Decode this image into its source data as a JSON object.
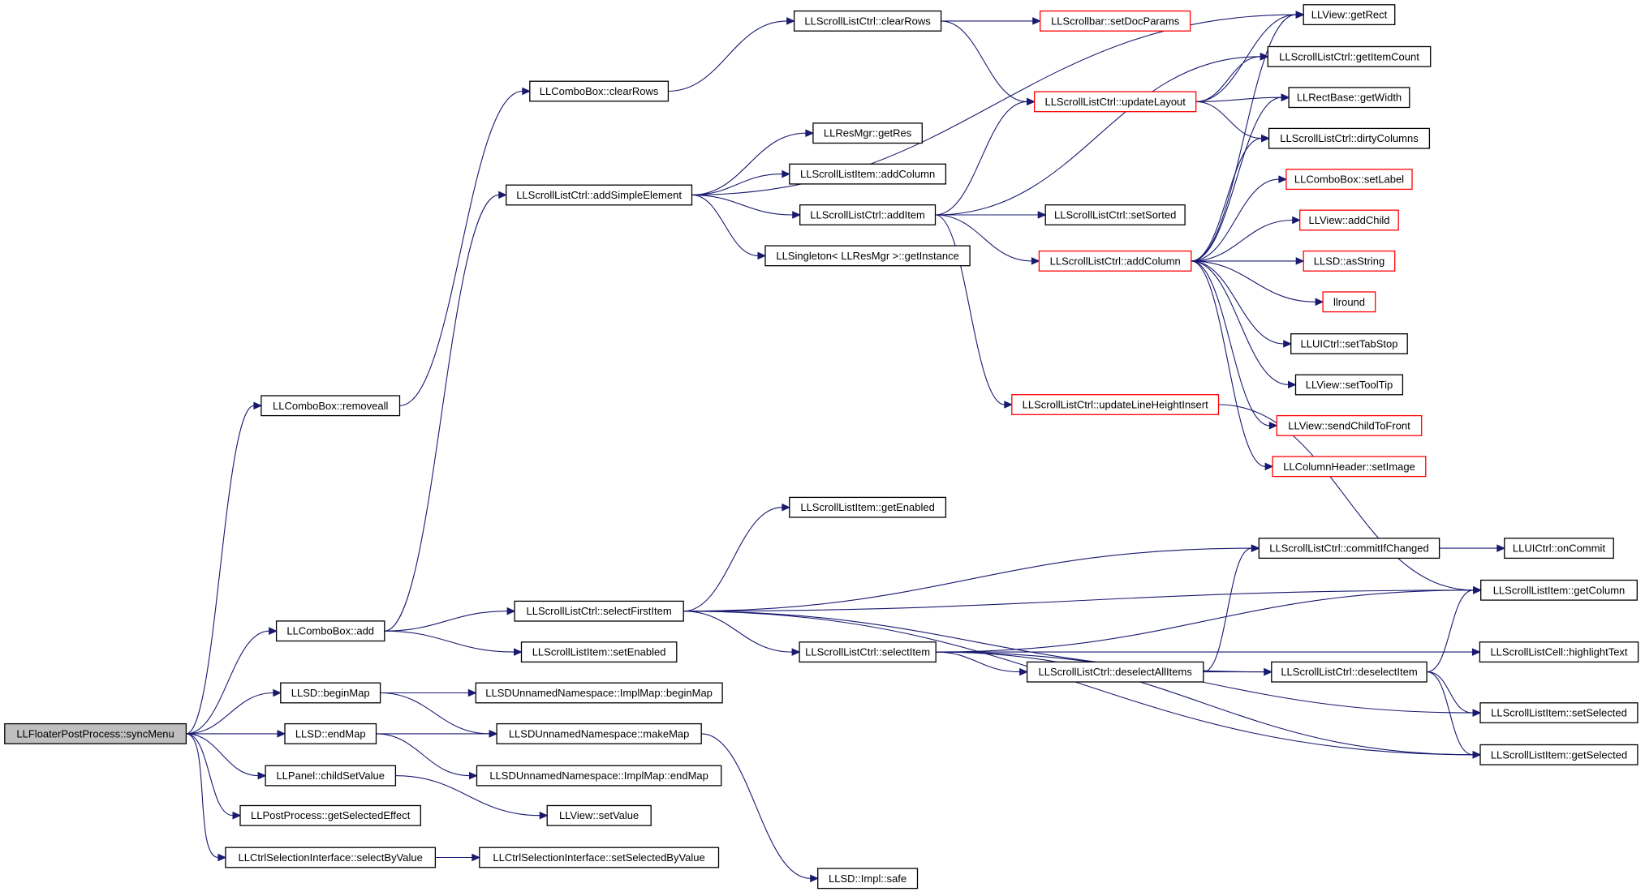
{
  "diagram": {
    "type": "call-graph",
    "colors": {
      "edge": "#191970",
      "node_border": "#000000",
      "node_border_truncated": "#ff0000",
      "root_fill": "#bfbfbf",
      "node_fill": "#ffffff"
    },
    "nodes": [
      {
        "id": "syncMenu",
        "label": "LLFloaterPostProcess::syncMenu",
        "root": true
      },
      {
        "id": "removeall",
        "label": "LLComboBox::removeall"
      },
      {
        "id": "cb_add",
        "label": "LLComboBox::add"
      },
      {
        "id": "beginMap",
        "label": "LLSD::beginMap"
      },
      {
        "id": "endMap",
        "label": "LLSD::endMap"
      },
      {
        "id": "childSetValue",
        "label": "LLPanel::childSetValue"
      },
      {
        "id": "getSelectedEffect",
        "label": "LLPostProcess::getSelectedEffect"
      },
      {
        "id": "selectByValue",
        "label": "LLCtrlSelectionInterface::selectByValue"
      },
      {
        "id": "cb_clearRows",
        "label": "LLComboBox::clearRows"
      },
      {
        "id": "addSimpleElement",
        "label": "LLScrollListCtrl::addSimpleElement"
      },
      {
        "id": "selectFirstItem",
        "label": "LLScrollListCtrl::selectFirstItem"
      },
      {
        "id": "sli_setEnabled",
        "label": "LLScrollListItem::setEnabled"
      },
      {
        "id": "impl_beginMap",
        "label": "LLSDUnnamedNamespace::ImplMap::beginMap"
      },
      {
        "id": "makeMap",
        "label": "LLSDUnnamedNamespace::makeMap"
      },
      {
        "id": "impl_endMap",
        "label": "LLSDUnnamedNamespace::ImplMap::endMap"
      },
      {
        "id": "view_setValue",
        "label": "LLView::setValue"
      },
      {
        "id": "setSelectedByValue",
        "label": "LLCtrlSelectionInterface::setSelectedByValue"
      },
      {
        "id": "slc_clearRows",
        "label": "LLScrollListCtrl::clearRows"
      },
      {
        "id": "getRes",
        "label": "LLResMgr::getRes"
      },
      {
        "id": "sli_addColumn",
        "label": "LLScrollListItem::addColumn"
      },
      {
        "id": "slc_addItem",
        "label": "LLScrollListCtrl::addItem"
      },
      {
        "id": "getInstance",
        "label": "LLSingleton< LLResMgr >::getInstance"
      },
      {
        "id": "sli_getEnabled",
        "label": "LLScrollListItem::getEnabled"
      },
      {
        "id": "slc_selectItem",
        "label": "LLScrollListCtrl::selectItem"
      },
      {
        "id": "llsd_safe",
        "label": "LLSD::Impl::safe"
      },
      {
        "id": "setDocParams",
        "label": "LLScrollbar::setDocParams",
        "truncated": true
      },
      {
        "id": "updateLayout",
        "label": "LLScrollListCtrl::updateLayout",
        "truncated": true
      },
      {
        "id": "setSorted",
        "label": "LLScrollListCtrl::setSorted"
      },
      {
        "id": "slc_addColumn",
        "label": "LLScrollListCtrl::addColumn",
        "truncated": true
      },
      {
        "id": "updateLineHeightInsert",
        "label": "LLScrollListCtrl::updateLineHeightInsert",
        "truncated": true
      },
      {
        "id": "deselectAllItems",
        "label": "LLScrollListCtrl::deselectAllItems"
      },
      {
        "id": "getRect",
        "label": "LLView::getRect"
      },
      {
        "id": "getItemCount",
        "label": "LLScrollListCtrl::getItemCount"
      },
      {
        "id": "getWidth",
        "label": "LLRectBase::getWidth"
      },
      {
        "id": "dirtyColumns",
        "label": "LLScrollListCtrl::dirtyColumns"
      },
      {
        "id": "setLabel",
        "label": "LLComboBox::setLabel",
        "truncated": true
      },
      {
        "id": "addChild",
        "label": "LLView::addChild",
        "truncated": true
      },
      {
        "id": "asString",
        "label": "LLSD::asString",
        "truncated": true
      },
      {
        "id": "llround",
        "label": "llround",
        "truncated": true
      },
      {
        "id": "setTabStop",
        "label": "LLUICtrl::setTabStop"
      },
      {
        "id": "setToolTip",
        "label": "LLView::setToolTip"
      },
      {
        "id": "sendChildToFront",
        "label": "LLView::sendChildToFront",
        "truncated": true
      },
      {
        "id": "setImage",
        "label": "LLColumnHeader::setImage",
        "truncated": true
      },
      {
        "id": "commitIfChanged",
        "label": "LLScrollListCtrl::commitIfChanged"
      },
      {
        "id": "slc_deselectItem",
        "label": "LLScrollListCtrl::deselectItem"
      },
      {
        "id": "onCommit",
        "label": "LLUICtrl::onCommit"
      },
      {
        "id": "getColumn",
        "label": "LLScrollListItem::getColumn"
      },
      {
        "id": "highlightText",
        "label": "LLScrollListCell::highlightText"
      },
      {
        "id": "sli_setSelected",
        "label": "LLScrollListItem::setSelected"
      },
      {
        "id": "sli_getSelected",
        "label": "LLScrollListItem::getSelected"
      }
    ],
    "edges": [
      [
        "syncMenu",
        "removeall"
      ],
      [
        "syncMenu",
        "cb_add"
      ],
      [
        "syncMenu",
        "beginMap"
      ],
      [
        "syncMenu",
        "endMap"
      ],
      [
        "syncMenu",
        "childSetValue"
      ],
      [
        "syncMenu",
        "getSelectedEffect"
      ],
      [
        "syncMenu",
        "selectByValue"
      ],
      [
        "removeall",
        "cb_clearRows"
      ],
      [
        "cb_clearRows",
        "slc_clearRows"
      ],
      [
        "cb_add",
        "addSimpleElement"
      ],
      [
        "cb_add",
        "selectFirstItem"
      ],
      [
        "cb_add",
        "sli_setEnabled"
      ],
      [
        "beginMap",
        "impl_beginMap"
      ],
      [
        "beginMap",
        "makeMap"
      ],
      [
        "endMap",
        "makeMap"
      ],
      [
        "endMap",
        "impl_endMap"
      ],
      [
        "childSetValue",
        "view_setValue"
      ],
      [
        "selectByValue",
        "setSelectedByValue"
      ],
      [
        "makeMap",
        "llsd_safe"
      ],
      [
        "slc_clearRows",
        "setDocParams"
      ],
      [
        "slc_clearRows",
        "updateLayout"
      ],
      [
        "addSimpleElement",
        "getRect"
      ],
      [
        "addSimpleElement",
        "getRes"
      ],
      [
        "addSimpleElement",
        "sli_addColumn"
      ],
      [
        "addSimpleElement",
        "slc_addItem"
      ],
      [
        "addSimpleElement",
        "getInstance"
      ],
      [
        "slc_addItem",
        "updateLayout"
      ],
      [
        "slc_addItem",
        "getItemCount"
      ],
      [
        "slc_addItem",
        "setSorted"
      ],
      [
        "slc_addItem",
        "slc_addColumn"
      ],
      [
        "slc_addItem",
        "updateLineHeightInsert"
      ],
      [
        "updateLayout",
        "getRect"
      ],
      [
        "updateLayout",
        "getItemCount"
      ],
      [
        "updateLayout",
        "getWidth"
      ],
      [
        "updateLayout",
        "dirtyColumns"
      ],
      [
        "slc_addColumn",
        "getRect"
      ],
      [
        "slc_addColumn",
        "getWidth"
      ],
      [
        "slc_addColumn",
        "dirtyColumns"
      ],
      [
        "slc_addColumn",
        "setLabel"
      ],
      [
        "slc_addColumn",
        "addChild"
      ],
      [
        "slc_addColumn",
        "asString"
      ],
      [
        "slc_addColumn",
        "llround"
      ],
      [
        "slc_addColumn",
        "setTabStop"
      ],
      [
        "slc_addColumn",
        "setToolTip"
      ],
      [
        "slc_addColumn",
        "sendChildToFront"
      ],
      [
        "slc_addColumn",
        "setImage"
      ],
      [
        "updateLineHeightInsert",
        "getColumn"
      ],
      [
        "selectFirstItem",
        "sli_getEnabled"
      ],
      [
        "selectFirstItem",
        "commitIfChanged"
      ],
      [
        "selectFirstItem",
        "getColumn"
      ],
      [
        "selectFirstItem",
        "slc_selectItem"
      ],
      [
        "selectFirstItem",
        "slc_deselectItem"
      ],
      [
        "selectFirstItem",
        "sli_getSelected"
      ],
      [
        "slc_selectItem",
        "getColumn"
      ],
      [
        "slc_selectItem",
        "highlightText"
      ],
      [
        "slc_selectItem",
        "deselectAllItems"
      ],
      [
        "slc_selectItem",
        "sli_setSelected"
      ],
      [
        "slc_selectItem",
        "sli_getSelected"
      ],
      [
        "deselectAllItems",
        "commitIfChanged"
      ],
      [
        "deselectAllItems",
        "slc_deselectItem"
      ],
      [
        "slc_deselectItem",
        "getColumn"
      ],
      [
        "slc_deselectItem",
        "sli_setSelected"
      ],
      [
        "slc_deselectItem",
        "sli_getSelected"
      ],
      [
        "commitIfChanged",
        "onCommit"
      ]
    ]
  }
}
